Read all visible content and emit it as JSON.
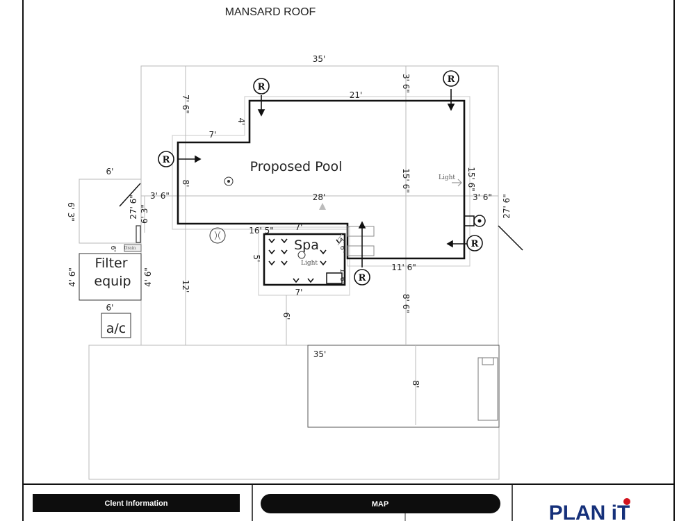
{
  "title": "MANSARD ROOF",
  "labels": {
    "proposed_pool": "Proposed Pool",
    "spa": "Spa",
    "filter_line1": "Filter",
    "filter_line2": "equip",
    "ac": "a/c",
    "light_pool": "Light",
    "light_spa": "Light",
    "drain": "Drain"
  },
  "dimensions": {
    "top_width": "35'",
    "pool_top": "21'",
    "pool_step_width": "7'",
    "pool_step_depth": "4'",
    "pool_length": "28'",
    "left_top_depth": "7' 6\"",
    "right_top_depth": "3' 6\"",
    "pool_left_width": "8'",
    "pool_right_width": "15' 6\"",
    "left_offset": "3' 6\"",
    "right_offset": "3' 6\"",
    "lower_left": "12'",
    "lower_mid": "6'",
    "lower_right": "8' 6\"",
    "spa_offset": "16' 5\"",
    "spa_top": "7'",
    "spa_bottom": "7'",
    "spa_side": "5'",
    "spa_right": "1' 6\"",
    "spa_right_upper": "2' 6\"",
    "pool_bottom_right": "11' 6\"",
    "side_width": "6'",
    "side_depth": "6' 3\"",
    "side_gap": "6' 3\"",
    "side_total": "27' 6\"",
    "side_equip_depth": "4' 6\"",
    "equip_right": "4' 6\"",
    "filter_gap": "6'",
    "ac_width": "6'",
    "right_total": "27' 6\"",
    "house_width": "35'",
    "house_depth": "8'"
  },
  "markers": [
    "R",
    "R",
    "R",
    "R",
    "R"
  ],
  "footer": {
    "client_info": "Clent Information",
    "map": "MAP",
    "logo": "PLAN iT"
  },
  "colors": {
    "logo": "#15307a",
    "logo_dot": "#d2141e",
    "bar": "#0d0d0d"
  }
}
